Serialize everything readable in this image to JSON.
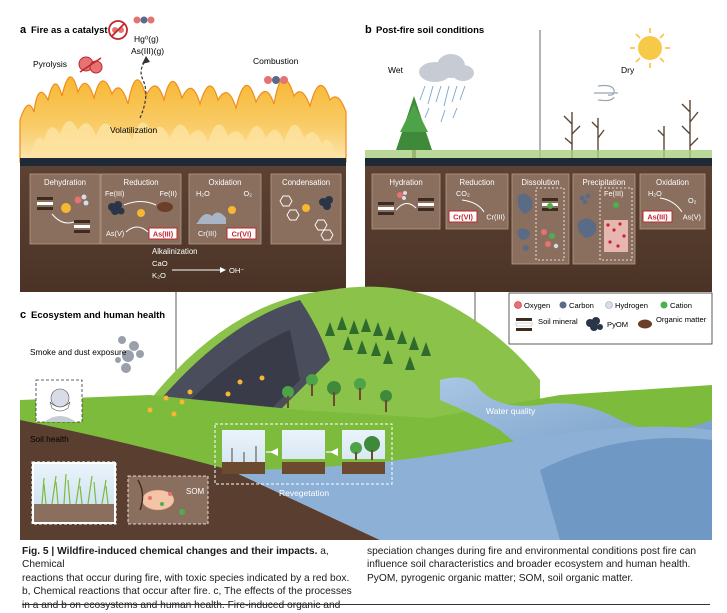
{
  "panel_a": {
    "label": "a",
    "title": "Fire as a catalyst",
    "pyrolysis": "Pyrolysis",
    "combustion": "Combustion",
    "volatilization": "Volatilization",
    "hg": "Hg⁰(g)",
    "as": "As(III)(g)",
    "reactions": [
      {
        "title": "Dehydration"
      },
      {
        "title": "Reduction",
        "fe_left": "Fe(III)",
        "fe_right": "Fe(II)",
        "as_left": "As(V)",
        "as_right": "As(III)"
      },
      {
        "title": "Oxidation",
        "h2o": "H₂O",
        "o2": "O₂",
        "cr_left": "Cr(III)",
        "cr_right": "Cr(VI)"
      },
      {
        "title": "Condensation"
      }
    ],
    "alkalinization": "Alkalinization",
    "cao": "CaO",
    "k2o": "K₂O",
    "oh": "OH⁻"
  },
  "panel_b": {
    "label": "b",
    "title": "Post-fire soil conditions",
    "wet": "Wet",
    "dry": "Dry",
    "reactions": [
      {
        "title": "Hydration"
      },
      {
        "title": "Reduction",
        "co2": "CO₂",
        "cr_left": "Cr(VI)",
        "cr_right": "Cr(III)"
      },
      {
        "title": "Dissolution"
      },
      {
        "title": "Precipitation",
        "fe": "Fe(III)"
      },
      {
        "title": "Oxidation",
        "h2o": "H₂O",
        "o2": "O₂",
        "as_left": "As(III)",
        "as_right": "As(V)"
      }
    ]
  },
  "legend": {
    "oxygen": "Oxygen",
    "carbon": "Carbon",
    "hydrogen": "Hydrogen",
    "cation": "Cation",
    "soil_mineral": "Soil mineral",
    "pyom": "PyOM",
    "organic_matter": "Organic matter"
  },
  "panel_c": {
    "label": "c",
    "title": "Ecosystem and human health",
    "smoke": "Smoke and dust exposure",
    "soil_health": "Soil health",
    "som": "SOM",
    "revegetation": "Revegetation",
    "water_quality": "Water quality"
  },
  "caption": {
    "fig_label": "Fig. 5 | Wildfire-induced chemical changes and their impacts.",
    "left_lines": [
      "Fig. 5 | Wildfire-induced chemical changes and their impacts. a, Chemical",
      "reactions that occur during fire, with toxic species indicated by a red box.",
      "b, Chemical reactions that occur after fire. c, The effects of the processes",
      "in a and b on ecosystems and human health. Fire-induced organic and inorganic"
    ],
    "right_lines": [
      "speciation changes during fire and environmental conditions post fire can",
      "influence soil characteristics and broader ecosystem and human health.",
      "PyOM, pyrogenic organic matter; SOM, soil organic matter."
    ]
  },
  "colors": {
    "soil": "#5a3f30",
    "soil_dark": "#3f2a1f",
    "box": "#8a6e5e",
    "toxic": "#c0262b",
    "flame_outer": "#f5a623",
    "flame_inner": "#fde3a0",
    "grass": "#7cbb3c",
    "water": "#7aa5cf"
  }
}
